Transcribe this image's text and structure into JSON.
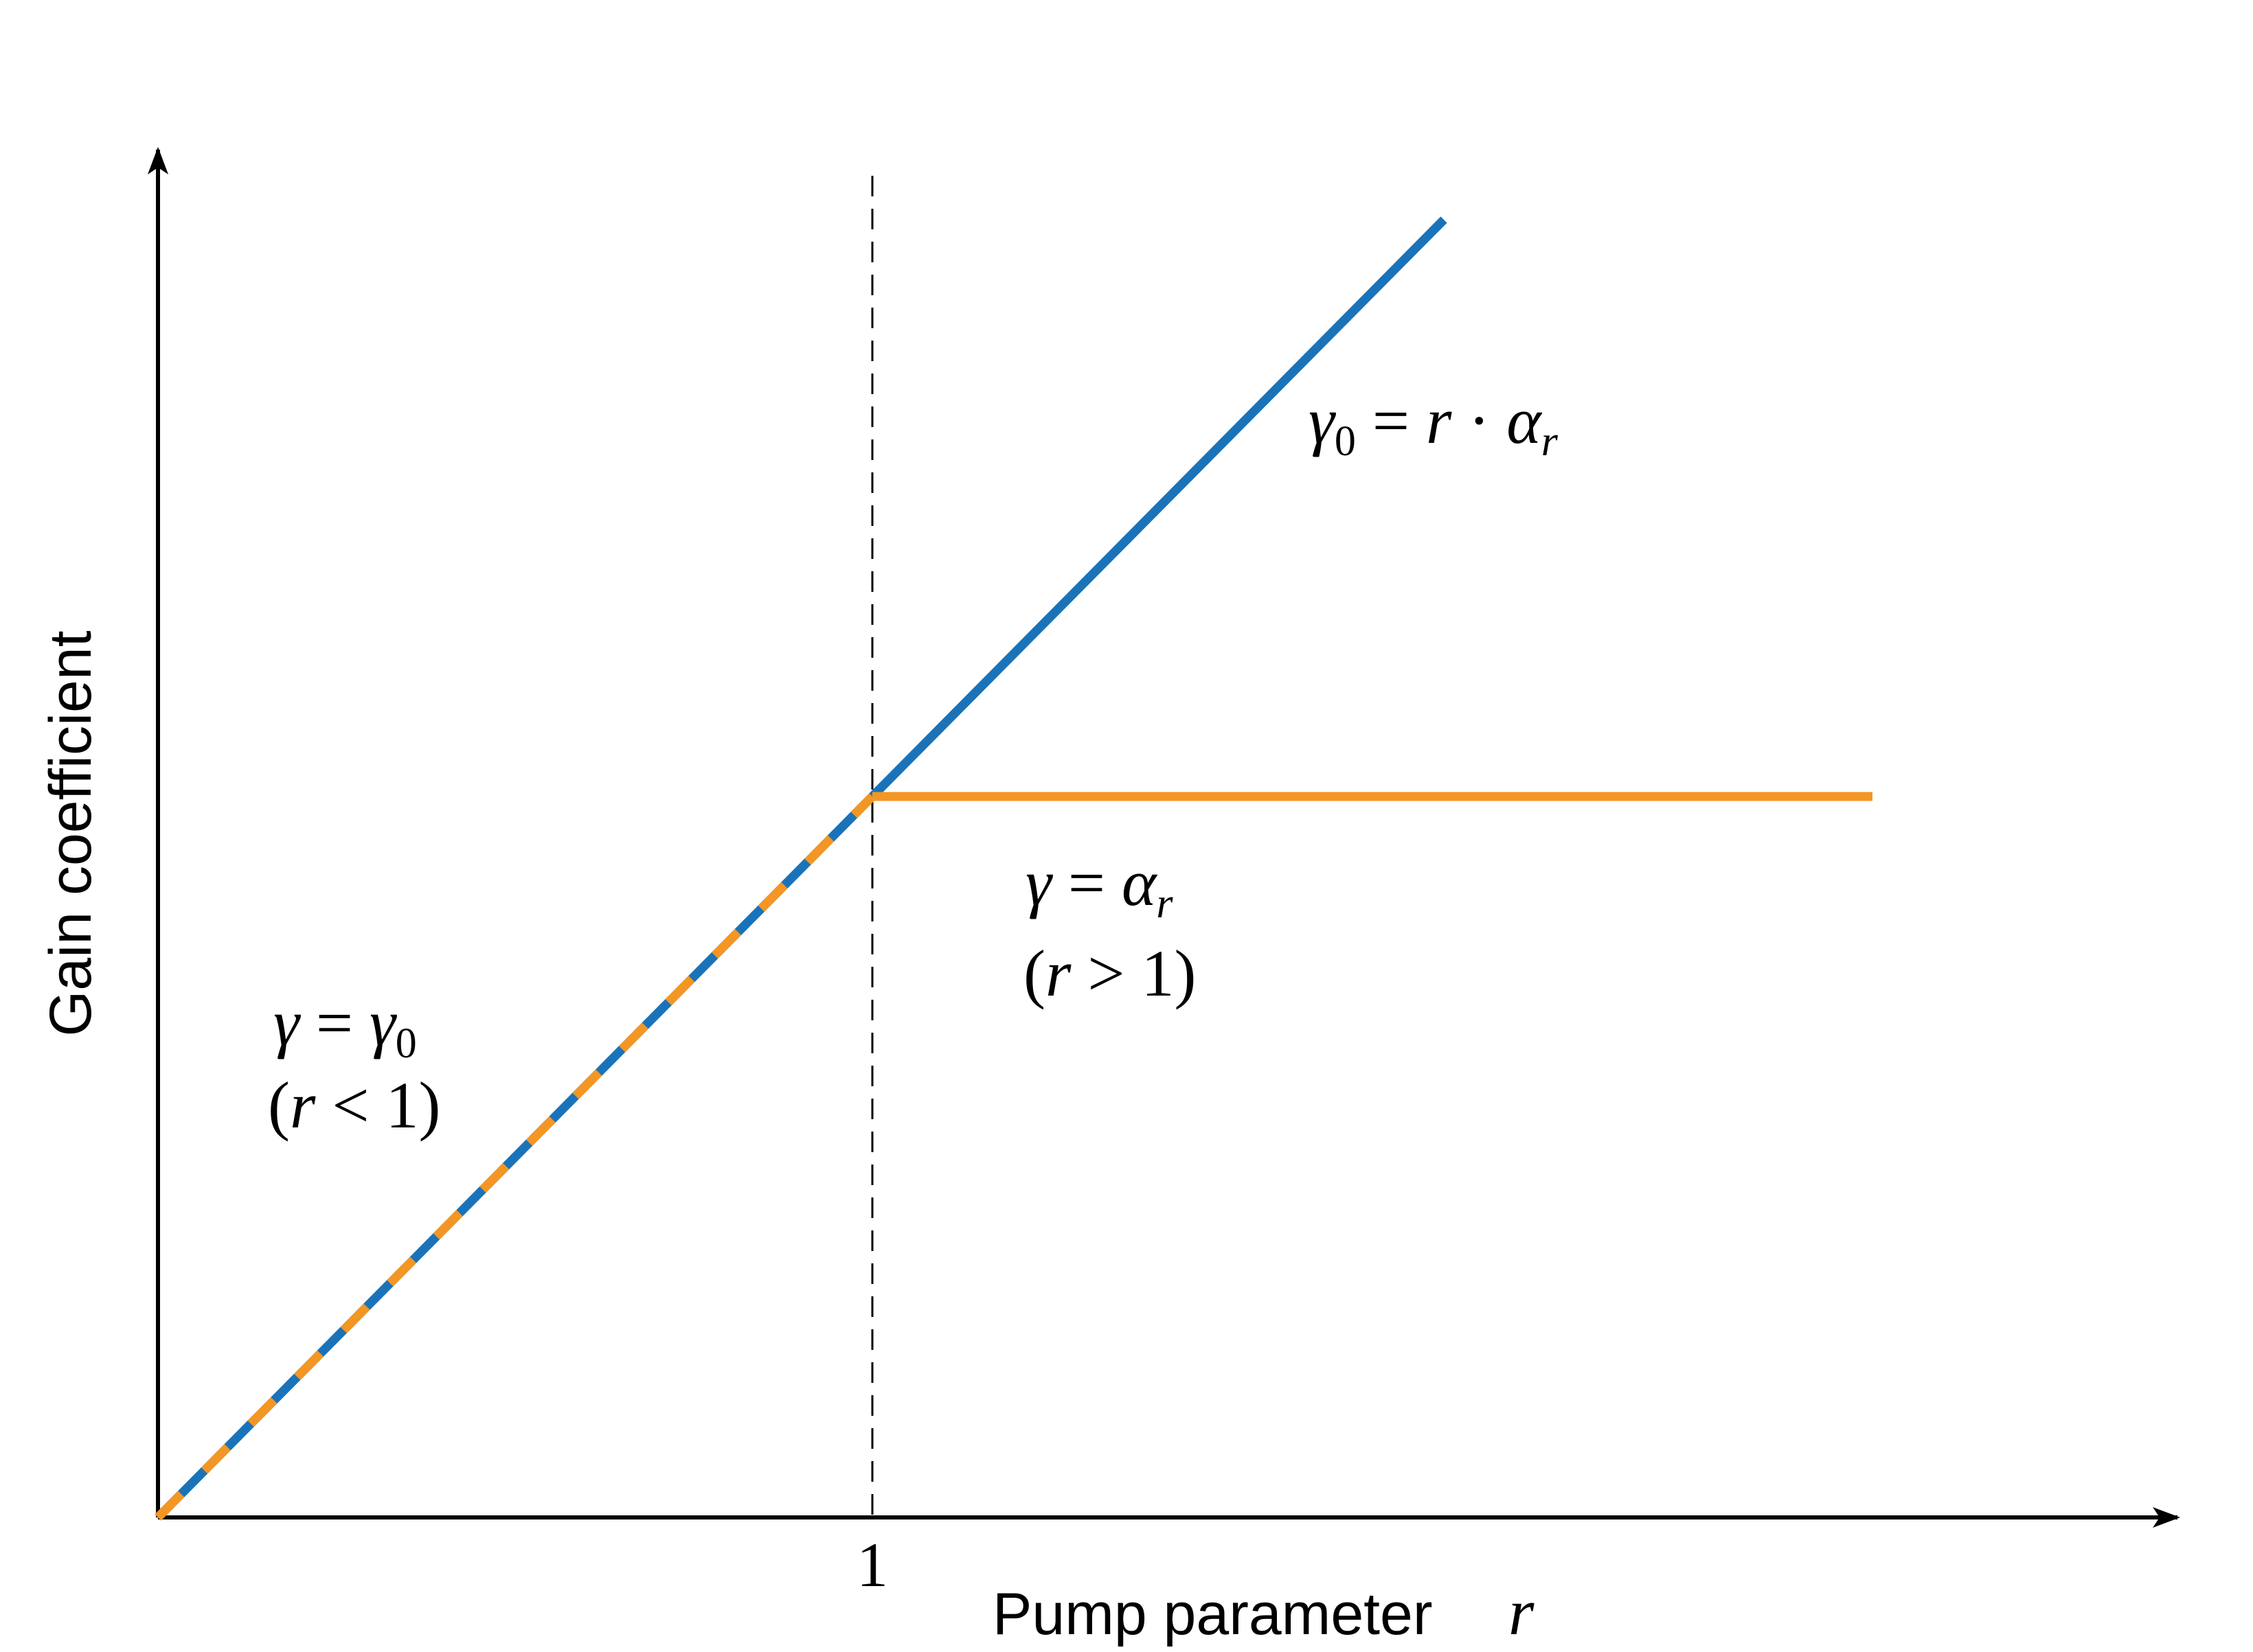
{
  "chart_data": {
    "type": "line",
    "title": "",
    "xlabel": "Pump parameter",
    "xlabel_var": "r",
    "ylabel": "Gain coefficient",
    "x_ticks": [
      {
        "value": 1,
        "label": "1"
      }
    ],
    "y_ticks": [],
    "xlim": [
      0,
      2.82
    ],
    "ylim": [
      0,
      1.9
    ],
    "grid": false,
    "threshold_line": {
      "x": 1,
      "style": "dashed",
      "color": "#000000"
    },
    "series": [
      {
        "color": "#1a73b9",
        "points": [
          [
            0,
            0
          ],
          [
            1,
            1
          ],
          [
            1.8,
            1.8
          ]
        ]
      },
      {
        "color": "#f39624",
        "points": [
          [
            0,
            0
          ],
          [
            1,
            1
          ],
          [
            2.4,
            1
          ]
        ]
      }
    ],
    "annotations": [
      {
        "id": "gamma0-eq",
        "text": "γ₀ = r · αᵣ"
      },
      {
        "id": "above-eq",
        "text": "γ = αᵣ",
        "condition": "(r > 1)"
      },
      {
        "id": "below-eq",
        "text": "γ = γ₀",
        "condition": "(r < 1)"
      }
    ]
  }
}
